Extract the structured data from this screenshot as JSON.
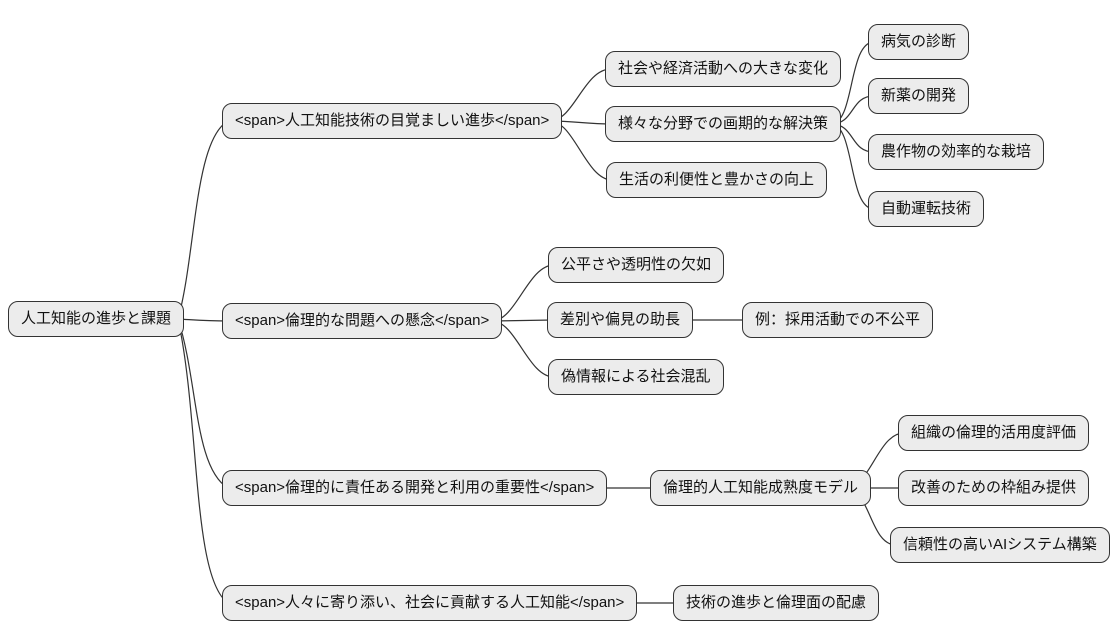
{
  "style": {
    "node_fill": "#ececec",
    "node_border": "#333333",
    "edge_color": "#333333",
    "background": "#ffffff",
    "text_color": "#111111"
  },
  "mindmap": {
    "root": {
      "label": "人工知能の進歩と課題"
    },
    "branches": [
      {
        "label": "<span>人工知能技術の目覚ましい進歩</span>",
        "children": [
          {
            "label": "社会や経済活動への大きな変化"
          },
          {
            "label": "様々な分野での画期的な解決策",
            "children": [
              {
                "label": "病気の診断"
              },
              {
                "label": "新薬の開発"
              },
              {
                "label": "農作物の効率的な栽培"
              },
              {
                "label": "自動運転技術"
              }
            ]
          },
          {
            "label": "生活の利便性と豊かさの向上"
          }
        ]
      },
      {
        "label": "<span>倫理的な問題への懸念</span>",
        "children": [
          {
            "label": "公平さや透明性の欠如"
          },
          {
            "label": "差別や偏見の助長",
            "children": [
              {
                "label": "例：採用活動での不公平"
              }
            ]
          },
          {
            "label": "偽情報による社会混乱"
          }
        ]
      },
      {
        "label": "<span>倫理的に責任ある開発と利用の重要性</span>",
        "children": [
          {
            "label": "倫理的人工知能成熟度モデル",
            "children": [
              {
                "label": "組織の倫理的活用度評価"
              },
              {
                "label": "改善のための枠組み提供"
              },
              {
                "label": "信頼性の高いAIシステム構築"
              }
            ]
          }
        ]
      },
      {
        "label": "<span>人々に寄り添い、社会に貢献する人工知能</span>",
        "children": [
          {
            "label": "技術の進歩と倫理面の配慮"
          }
        ]
      }
    ]
  }
}
